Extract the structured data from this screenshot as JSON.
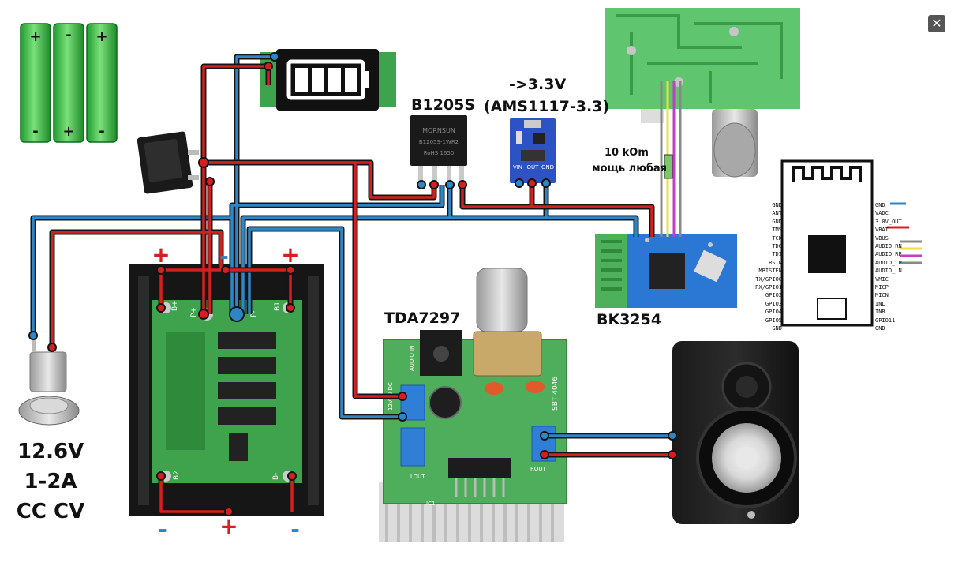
{
  "window": {
    "close_glyph": "✕"
  },
  "labels": {
    "input_voltage": "12.6V",
    "input_current": "1-2A",
    "input_mode": "CC CV",
    "dcdc_module": "B1205S",
    "ldo_output": "->3.3V",
    "ldo_part": "(AMS1117-3.3)",
    "resistor_value": "10 kOm",
    "resistor_power": "мощь любая",
    "amplifier": "TDA7297",
    "bluetooth_module": "BK3254"
  },
  "bms_marks": {
    "top_left_plus": "+",
    "top_mid_minus": "-",
    "top_right_plus": "+",
    "bottom_left_minus": "-",
    "bottom_mid_plus": "+",
    "bottom_right_minus": "-"
  },
  "battery_cells": {
    "cell1_top": "+",
    "cell1_bottom": "-",
    "cell2_top": "-",
    "cell2_bottom": "+",
    "cell3_top": "+",
    "cell3_bottom": "-"
  },
  "bms_pads": {
    "bp": "B+",
    "pp": "P+",
    "pm": "P-",
    "b1": "B1",
    "b2": "B2",
    "bm": "B-"
  },
  "dcdc_chip_text": [
    "MORNSUN",
    "B1205S-1WR2",
    "RoHS 1650"
  ],
  "ldo_pins": [
    "VIN",
    "OUT",
    "GND"
  ],
  "bk_pins_left": [
    "GND",
    "ANT",
    "GND",
    "TMS",
    "TCK",
    "TDO",
    "TDI",
    "RSTN",
    "MBISTEN",
    "TX/GPIO0",
    "RX/GPIO1",
    "GPIO2",
    "GPIO3",
    "GPIO4",
    "GPIO5",
    "GND"
  ],
  "bk_pins_right": [
    "GND",
    "VADC",
    "3.0V_OUT",
    "VBAT",
    "VBUS",
    "AUDIO_RN",
    "AUDIO_RP",
    "AUDIO_LP",
    "AUDIO_LN",
    "VMIC",
    "MICP",
    "MICN",
    "INL",
    "INR",
    "GPIO11",
    "GND"
  ],
  "amp_board_text": {
    "audio_in": "AUDIO IN",
    "dc_in": "12V IN DC",
    "l_out": "LOUT",
    "r_out": "ROUT",
    "sbt": "SBT 4046",
    "ic": "IC1"
  },
  "colors": {
    "positive": "#d42020",
    "negative": "#2f86c6",
    "outline": "#141414",
    "pcb": "#3fa34d"
  }
}
